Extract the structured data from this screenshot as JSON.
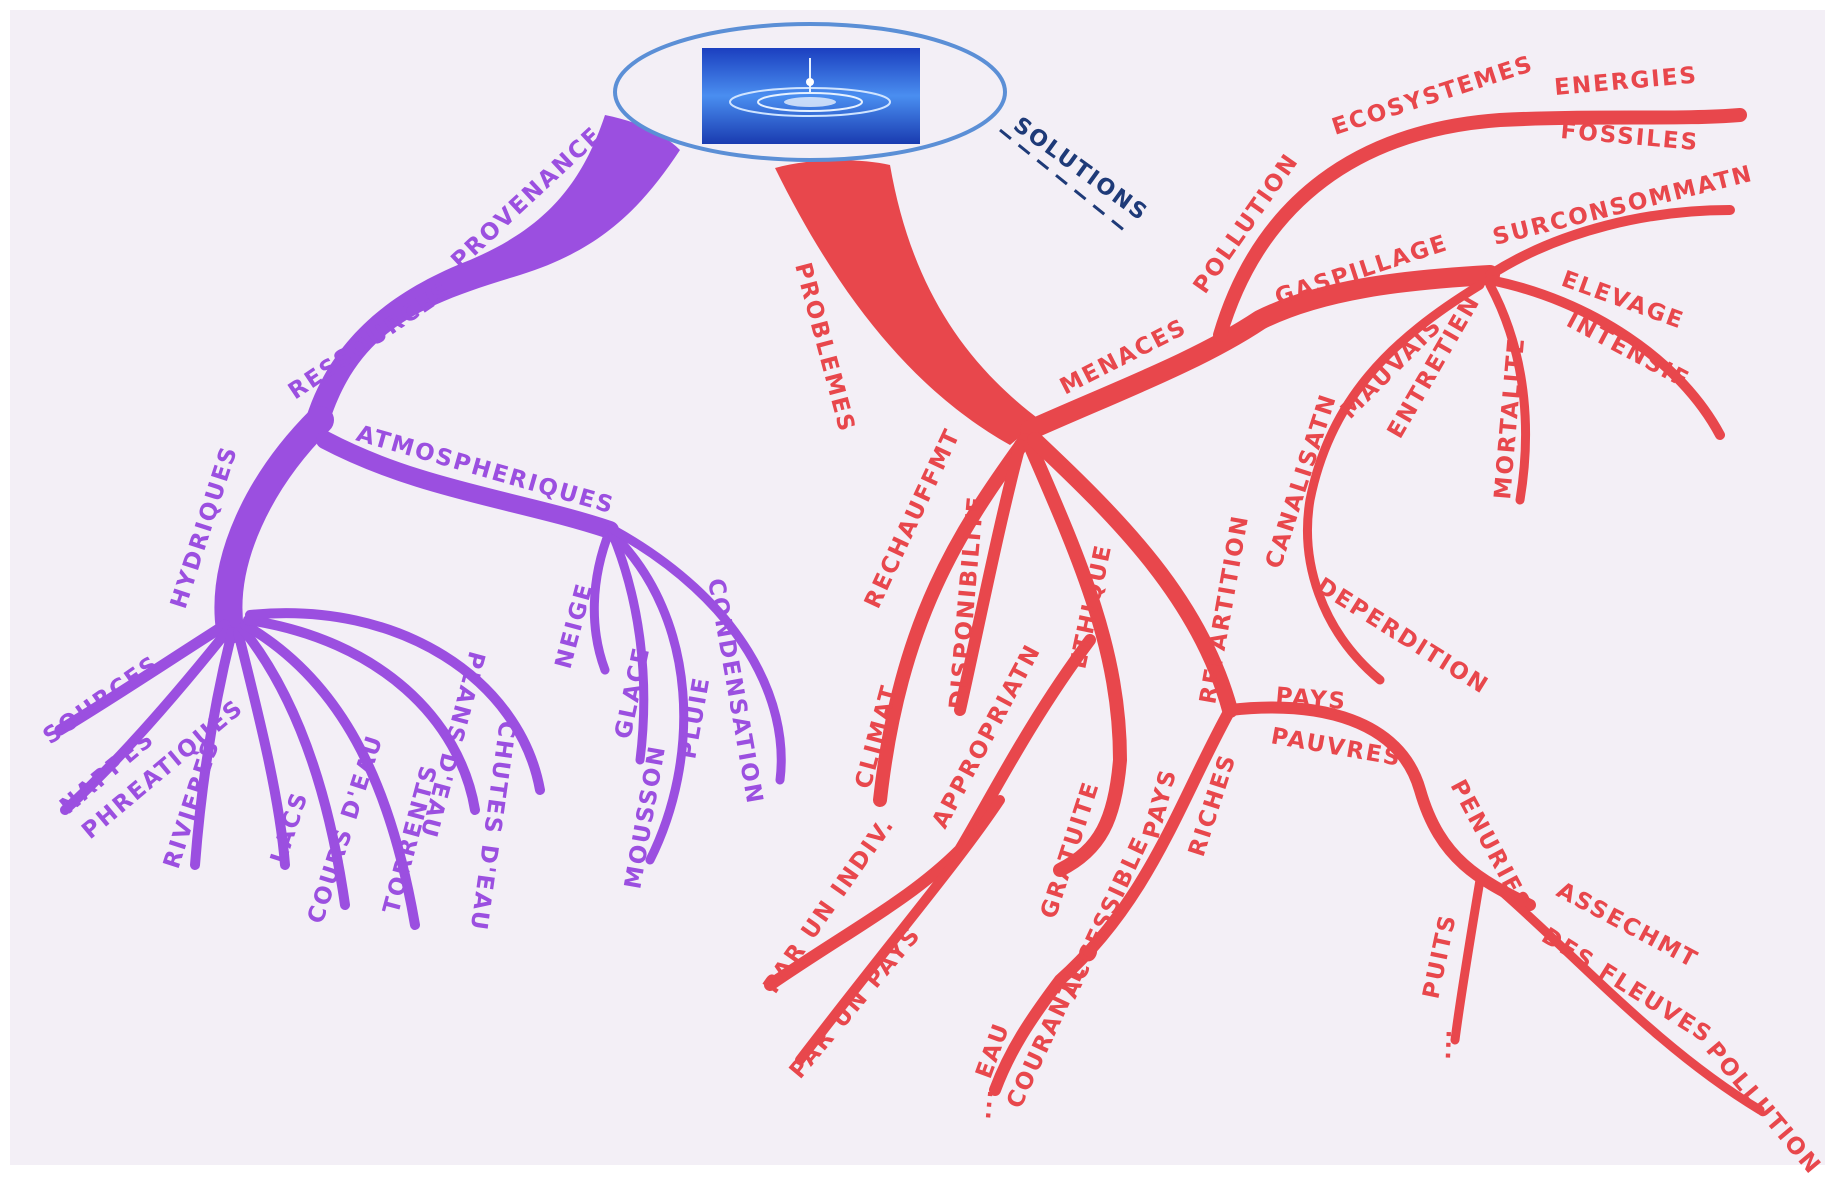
{
  "colors": {
    "paper": "#f3eff6",
    "purple_branch": "#9b4fe0",
    "red_branch": "#e8474c",
    "center_outline": "#5b8fd6",
    "solutions_ink": "#1e3a78"
  },
  "center": {
    "icon": "water-drop-image"
  },
  "solutions": {
    "label": "SOLUTIONS"
  },
  "provenance": {
    "label": "PROVENANCE",
    "ressources": "RESSOURCES",
    "hydriques": "HYDRIQUES",
    "atmospheriques": "ATMOSPHERIQUES",
    "hydro_leaves": [
      "SOURCES",
      "NAPPES",
      "PHREATIQUES",
      "RIVIERES",
      "LACS",
      "COURS D'EAU",
      "TORRENTS",
      "PLANS D'EAU",
      "CHUTES D'EAU"
    ],
    "atmo_leaves": [
      "NEIGE",
      "GLACE",
      "PLUIE",
      "MOUSSON",
      "CONDENSATION"
    ]
  },
  "problemes": {
    "label": "PROBLEMES",
    "rechauffement": "RECHAUFFMT",
    "climat": "CLIMAT",
    "disponibilite": "DISPONIBILITE",
    "ethique": "ETHIQUE",
    "appropriation": "APPROPRIATN",
    "par_un_indiv": "PAR UN INDIV.",
    "par_un_pays": "PAR UN PAYS",
    "gratuite": "GRATUITE",
    "repartition": "REPARTITION",
    "pays_riches": [
      "PAYS",
      "RICHES"
    ],
    "accessible": "ACCESSIBLE",
    "eau_courante": [
      "EAU",
      "COURANTE"
    ],
    "dots": "...",
    "pays_pauvres": [
      "PAYS",
      "PAUVRES"
    ],
    "penuries": "PENURIES",
    "puits": "PUITS",
    "assechmt": [
      "ASSECHMT",
      "DES FLEUVES"
    ],
    "pollution_leaf": "POLLUTION"
  },
  "menaces": {
    "label": "MENACES",
    "pollution": "POLLUTION",
    "ecosystemes": "ECOSYSTEMES",
    "energies_fossiles": [
      "ENERGIES",
      "FOSSILES"
    ],
    "gaspillage": "GASPILLAGE",
    "surconsommation": "SURCONSOMMATN",
    "elevage": [
      "ELEVAGE",
      "INTENSIF"
    ],
    "mortalite": "MORTALITE",
    "mauvais_entretien": [
      "MAUVAIS",
      "ENTRETIEN"
    ],
    "canalisation": "CANALISATN",
    "deperdition": "DEPERDITION"
  }
}
